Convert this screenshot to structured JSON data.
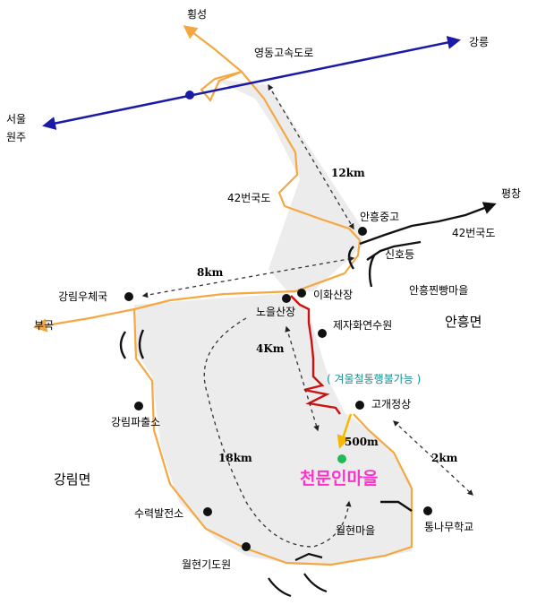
{
  "colors": {
    "route": "#f5a742",
    "region": "#ececec",
    "expressway": "#1a1aa6",
    "mountain_road": "#cc1111",
    "poi": "#111111",
    "destination_text": "#ff33cc",
    "destination_dot": "#22bb55",
    "note_text": "#1a8f8f",
    "arrow_yellow": "#f5b800"
  },
  "roads": {
    "expressway": "영동고속도로",
    "route_42_west": "42번국도",
    "route_42_east": "42번국도"
  },
  "directions": {
    "hoengseong": "횡성",
    "gangneung": "강릉",
    "seoul": "서울",
    "wonju": "원주",
    "pyeongchang": "평창",
    "bugok": "부곡"
  },
  "areas": {
    "anheung_myeon": "안흥면",
    "gangnim_myeon": "강림면"
  },
  "places": {
    "anheung_middle_school": "안흥중고",
    "sinhodeung": "신호등",
    "anheung_bread_village": "안흥찐빵마을",
    "gangnim_post_office": "강림우체국",
    "ihwa_lodge": "이화산장",
    "noeul_lodge": "노을산장",
    "jeja_nursery": "제자화연수원",
    "pass_summit": "고개정상",
    "gangnim_police_box": "강림파출소",
    "tong_tree_school": "통나무학교",
    "suryeok_plant": "수력발전소",
    "wolhyeon_village": "월현마을",
    "wolhyeon_prayer_house": "월현기도원"
  },
  "distances": {
    "d12km": "12km",
    "d8km": "8km",
    "d4km": "4Km",
    "d18km": "18km",
    "d500m": "500m",
    "d2km": "2km"
  },
  "note": "( 겨울철통행불가능 )",
  "destination": "천문인마을"
}
